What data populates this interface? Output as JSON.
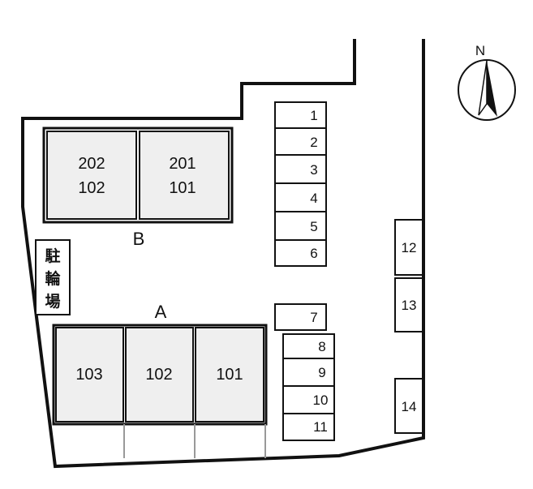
{
  "compass": {
    "label": "N"
  },
  "buildings": {
    "B": {
      "label": "B",
      "units": [
        {
          "upper": "202",
          "lower": "102"
        },
        {
          "upper": "201",
          "lower": "101"
        }
      ]
    },
    "A": {
      "label": "A",
      "units": [
        "103",
        "102",
        "101"
      ]
    }
  },
  "bicycle_parking": {
    "chars": [
      "駐",
      "輪",
      "場"
    ]
  },
  "parking_spaces": [
    "1",
    "2",
    "3",
    "4",
    "5",
    "6",
    "7",
    "8",
    "9",
    "10",
    "11",
    "12",
    "13",
    "14"
  ],
  "colors": {
    "building_fill": "#efefef",
    "outline": "#111111",
    "background": "#ffffff"
  }
}
